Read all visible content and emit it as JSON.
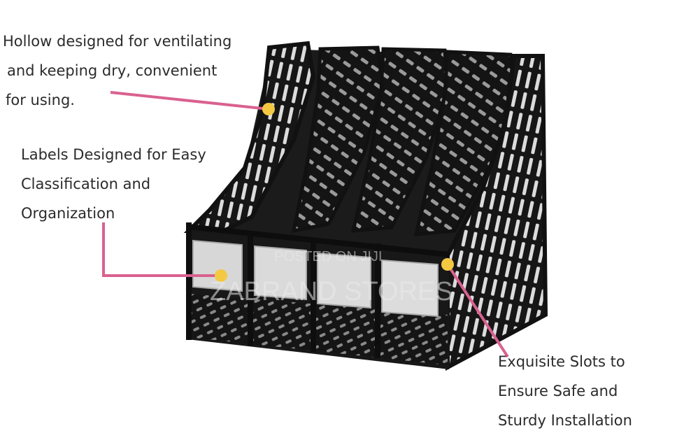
{
  "callouts": {
    "ventilation": [
      "Hollow designed for ventilating",
      "and keeping dry, convenient",
      "for using."
    ],
    "labels": [
      "Labels Designed for Easy",
      "Classification and",
      "Organization"
    ],
    "slots": [
      "Exquisite Slots to",
      "Ensure Safe and",
      "Sturdy Installation"
    ]
  },
  "watermark": {
    "line1": "POSTED ON JIJI",
    "line2": "ZABRAND STORES"
  },
  "colors": {
    "callout_line": "#d9618f",
    "callout_dot": "#f5c842",
    "product": "#1a1a1a"
  }
}
